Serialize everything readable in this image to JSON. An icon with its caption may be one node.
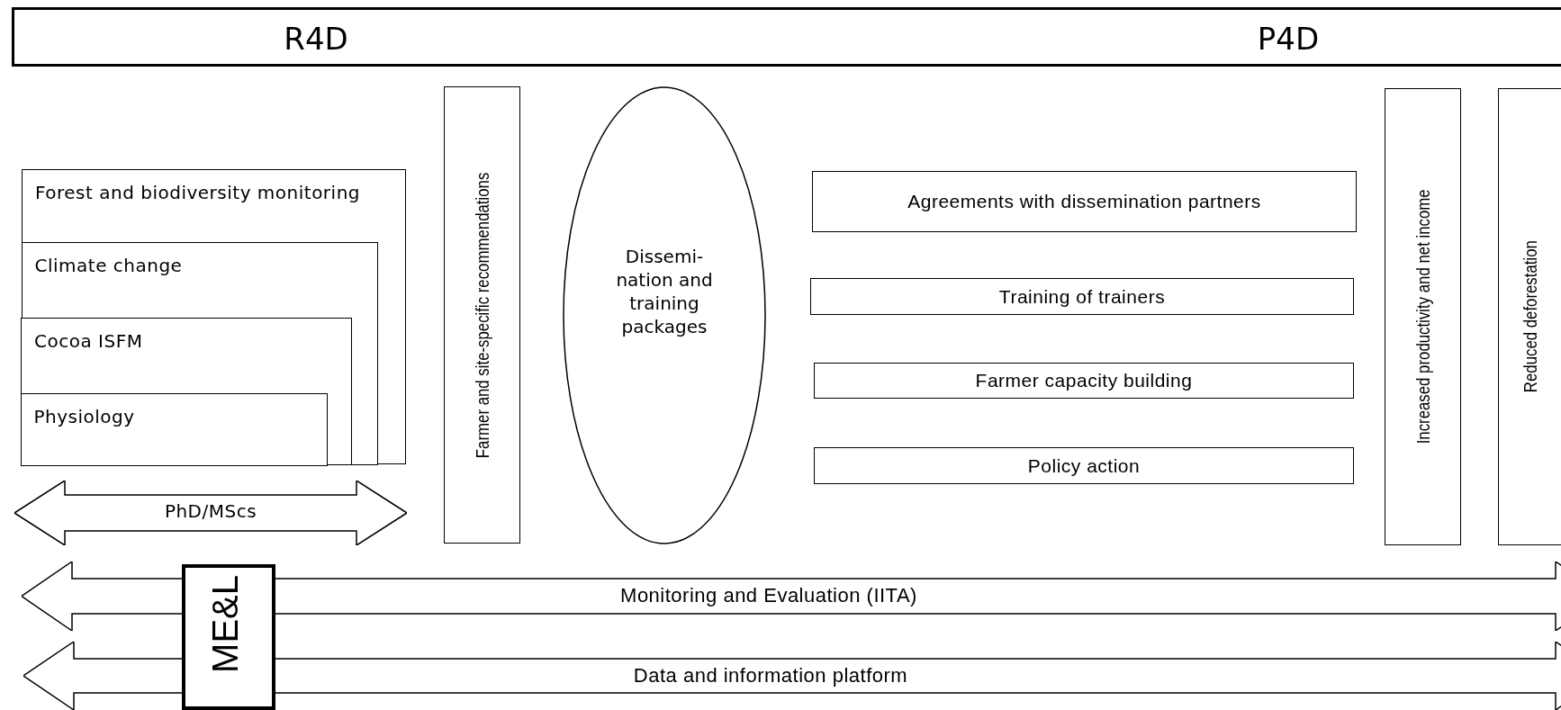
{
  "diagram": {
    "nodes": [
      {
        "text": [
          "R4D",
          "P4D"
        ]
      },
      {
        "text": [
          "Forest and biodiversity monitoring"
        ]
      },
      {
        "text": [
          "Climate change"
        ],
        "in": 1
      },
      {
        "text": [
          "Cocoa ISFM"
        ],
        "in": 2
      },
      {
        "text": [
          "Physiology"
        ],
        "in": 3
      },
      {
        "text": [
          "PhD/MScs"
        ]
      },
      {
        "text": [
          "Farmer and site-specific recommendations"
        ]
      },
      {
        "text": [
          "Dissemi- nation and training packages"
        ]
      },
      {
        "text": [
          "Agreements with dissemination partners"
        ]
      },
      {
        "text": [
          "Training of trainers"
        ]
      },
      {
        "text": [
          "Farmer capacity building"
        ]
      },
      {
        "text": [
          "Policy action"
        ]
      },
      {
        "text": [
          "Increased productivity and net income"
        ]
      },
      {
        "text": [
          "Reduced deforestation"
        ]
      },
      {
        "text": [
          "Monitoring and Evaluation (IITA)"
        ]
      },
      {
        "text": [
          "Data and information platform"
        ]
      },
      {
        "text": [
          "ME&L"
        ]
      }
    ]
  }
}
